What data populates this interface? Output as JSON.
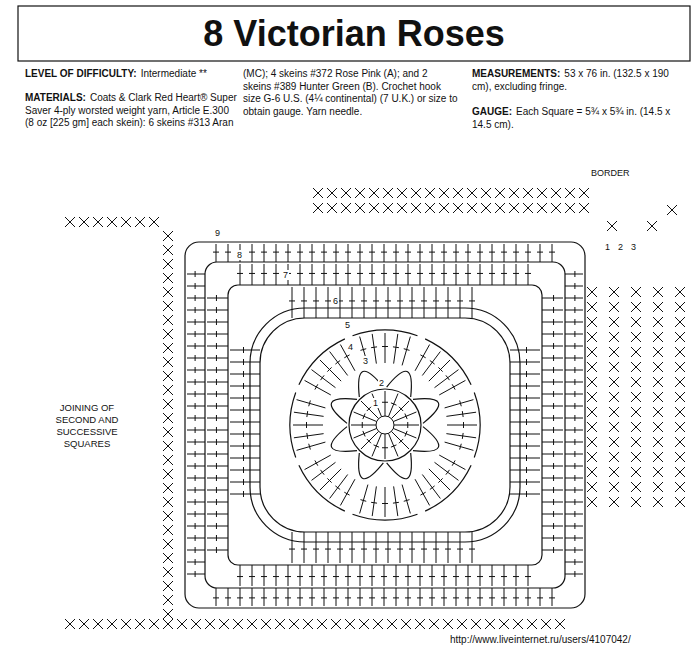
{
  "diagram": {
    "title": "8 Victorian Roses",
    "labels": [
      "LEVEL OF DIFFICULTY:",
      "Intermediate **",
      "MATERIALS:",
      "Coats & Clark Red Heart® Super Saver 4-ply worsted weight yarn, Article E.300 (8 oz [225 gm] each skein): 6 skeins #313 Aran",
      "(MC); 4 skeins #372 Rose Pink (A); and 2 skeins #389 Hunter Green (B). Crochet hook size G-6 U.S. (4¼ continental) (7 U.K.) or size to obtain gauge. Yarn needle.",
      "MEASUREMENTS:",
      "53 x 76 in. (132.5 x 190 cm), excluding fringe.",
      "GAUGE:",
      "Each Square = 5¾ x 5¾ in. (14.5 x 14.5 cm).",
      "BORDER",
      "JOINING OF SECOND AND SUCCESSIVE SQUARES",
      "1",
      "2",
      "3",
      "4",
      "5",
      "6",
      "7",
      "8",
      "9",
      "1",
      "2",
      "3",
      "http://www.liveinternet.ru/users/4107042/"
    ]
  }
}
